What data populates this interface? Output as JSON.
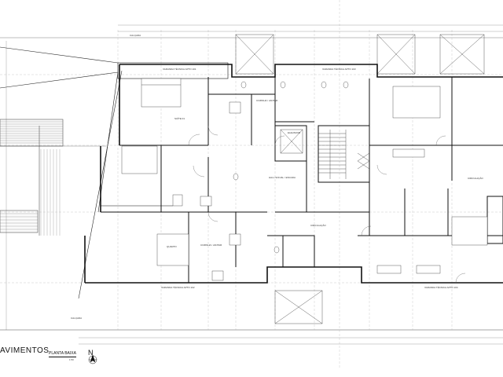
{
  "drawing": {
    "title": "AVIMENTOS",
    "subtitle": "PLANTA BAIXA",
    "scale": "1:50",
    "north_label": "N"
  },
  "labels": [
    {
      "id": "l-suite-1",
      "text": "SUÍTE 01"
    },
    {
      "id": "l-cozinha-1",
      "text": "COZINHA / JANTAR"
    },
    {
      "id": "l-vaga-1",
      "text": "VARANDA TÉCNICA APTO 101"
    },
    {
      "id": "l-quarto-2",
      "text": "QUARTO"
    },
    {
      "id": "l-cozinha-2",
      "text": "COZINHA / JANTAR"
    },
    {
      "id": "l-vaga-2",
      "text": "VARANDA TÉCNICA APTO 102"
    },
    {
      "id": "l-elev",
      "text": "ELEVADOR"
    },
    {
      "id": "l-hall",
      "text": "HALL SOCIAL / ESCADA"
    },
    {
      "id": "l-circ-1",
      "text": "CIRCULAÇÃO"
    },
    {
      "id": "l-circ-2",
      "text": "CIRCULAÇÃO"
    },
    {
      "id": "l-vaga-3",
      "text": "VARANDA TÉCNICA APTO 103"
    },
    {
      "id": "l-vaga-4",
      "text": "VARANDA TÉCNICA APTO 104"
    },
    {
      "id": "l-calcada-top",
      "text": "CALÇADA"
    },
    {
      "id": "l-calcada-bot",
      "text": "CALÇADA"
    }
  ]
}
